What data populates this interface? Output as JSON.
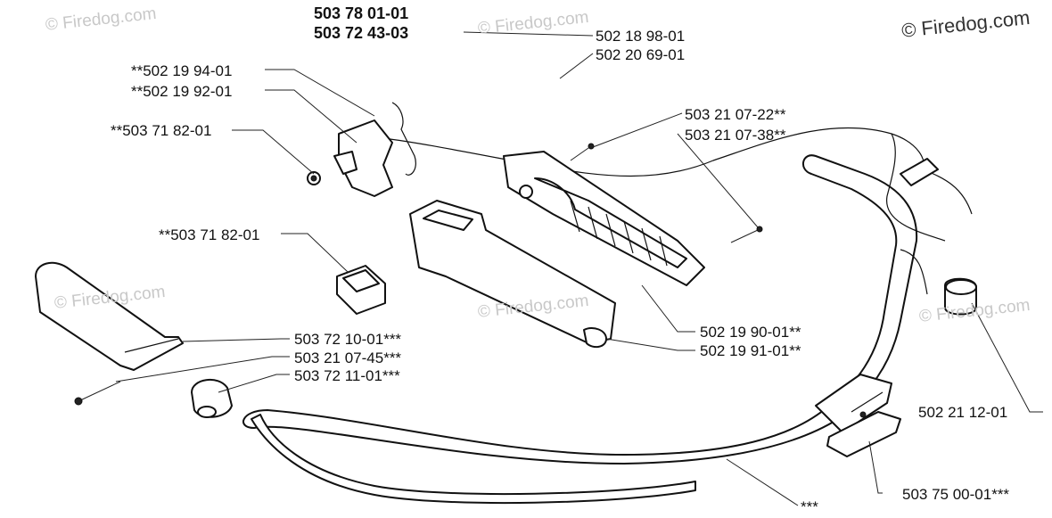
{
  "header": {
    "part_a": "503 78 01-01",
    "part_b": "503 72 43-03"
  },
  "watermarks": [
    "© Firedog.com",
    "© Firedog.com",
    "© Firedog.com",
    "© Firedog.com",
    "© Firedog.com",
    "© Firedog.com"
  ],
  "labels": [
    {
      "text": "502 18 98-01"
    },
    {
      "text": "502 20 69-01"
    },
    {
      "text": "**502 19 94-01"
    },
    {
      "text": "**502 19 92-01"
    },
    {
      "text": "**503 71 82-01"
    },
    {
      "text": "503 21 07-22**"
    },
    {
      "text": "503 21 07-38**"
    },
    {
      "text": "**503 71 82-01"
    },
    {
      "text": "502 19 90-01**"
    },
    {
      "text": "502 19 91-01**"
    },
    {
      "text": "503 72 10-01***"
    },
    {
      "text": "503 21 07-45***"
    },
    {
      "text": "503 72 11-01***"
    },
    {
      "text": "502 21 12-01"
    },
    {
      "text": "503 75 00-01***"
    },
    {
      "text": "***"
    }
  ]
}
